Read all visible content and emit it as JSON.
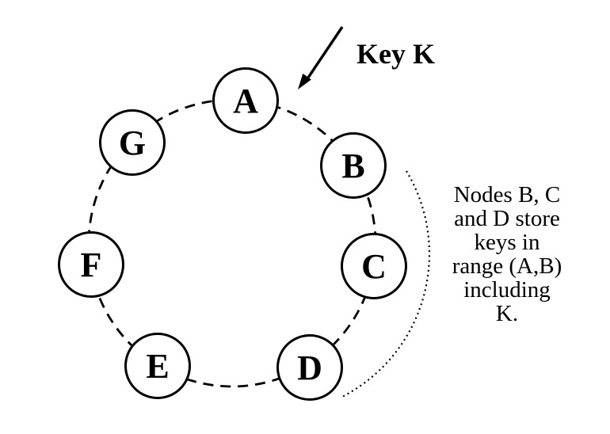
{
  "colors": {
    "background": "#ffffff",
    "line": "#000000",
    "text": "#000000"
  },
  "key_pointer": {
    "label": "Key K"
  },
  "ring": {
    "nodes": [
      {
        "label": "A"
      },
      {
        "label": "B"
      },
      {
        "label": "C"
      },
      {
        "label": "D"
      },
      {
        "label": "E"
      },
      {
        "label": "F"
      },
      {
        "label": "G"
      }
    ]
  },
  "annotation": {
    "text": "Nodes B, C\nand D store\nkeys in\nrange (A,B)\nincluding\nK."
  }
}
